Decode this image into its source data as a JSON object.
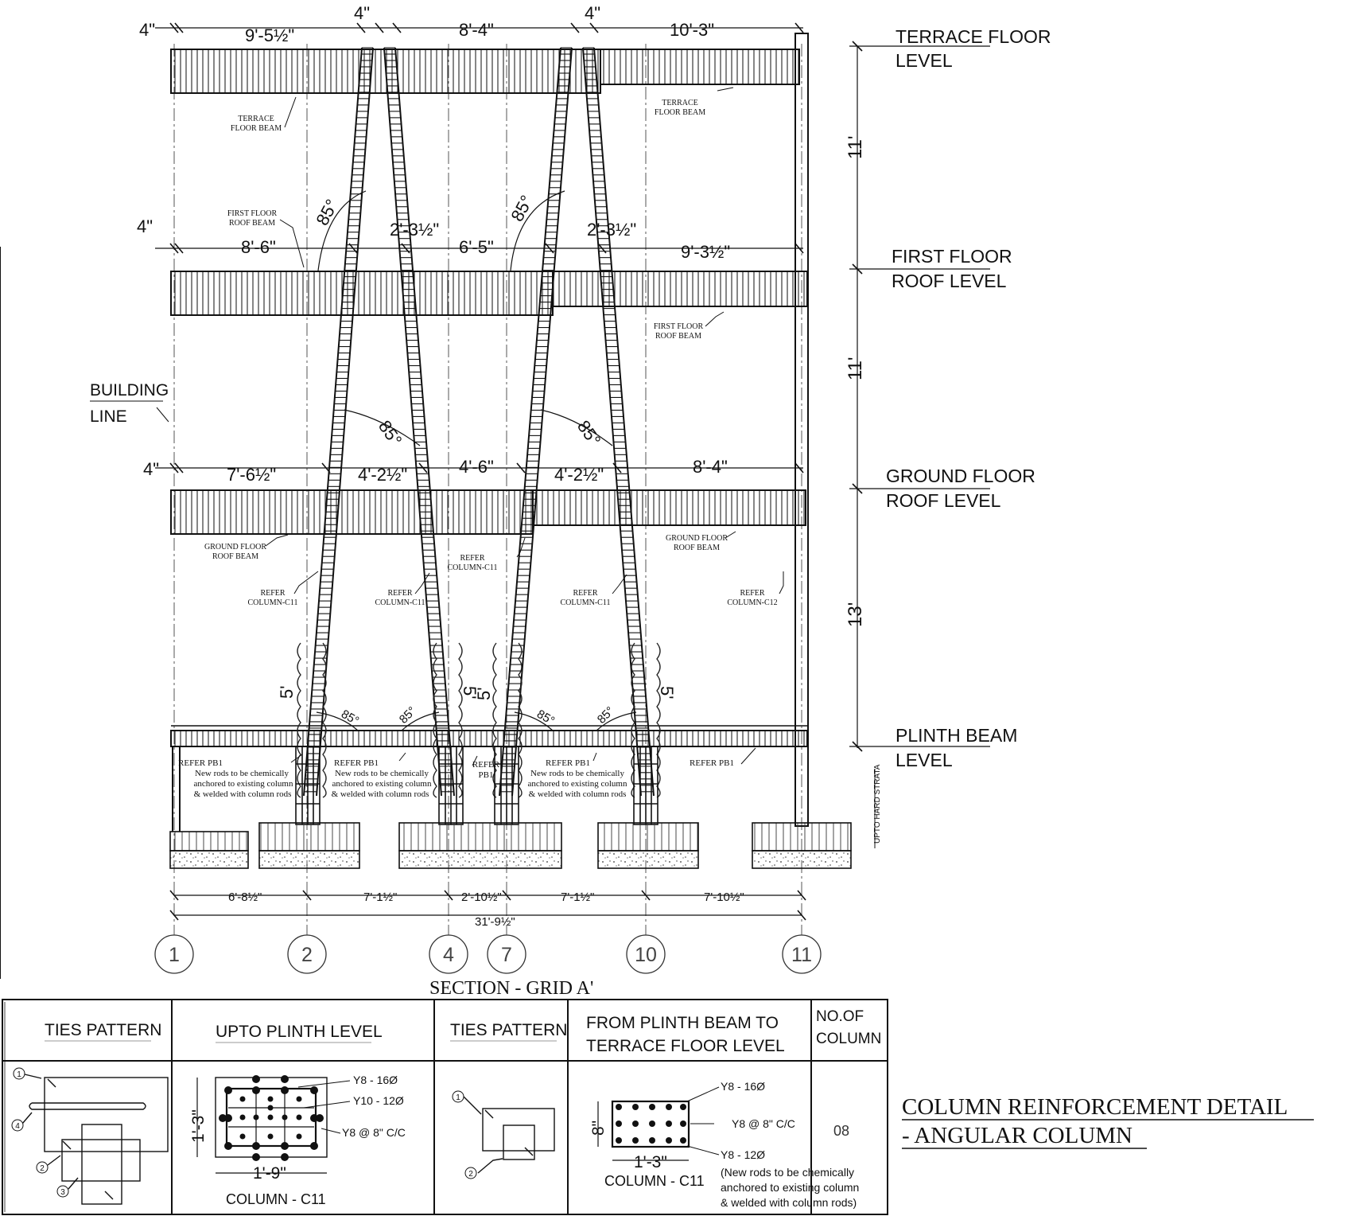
{
  "drawing": {
    "section_title": "SECTION - GRID A'",
    "sheet_title_line1": "COLUMN REINFORCEMENT DETAIL",
    "sheet_title_line2": "- ANGULAR COLUMN",
    "building_line_1": "BUILDING",
    "building_line_2": "LINE",
    "upto_hard_strata": "UPTO HARD STRATA"
  },
  "levels": [
    {
      "line1": "TERRACE FLOOR",
      "line2": "LEVEL"
    },
    {
      "line1": "FIRST FLOOR",
      "line2": "ROOF LEVEL"
    },
    {
      "line1": "GROUND FLOOR",
      "line2": "ROOF LEVEL"
    },
    {
      "line1": "PLINTH BEAM",
      "line2": "LEVEL"
    }
  ],
  "storey_heights": [
    "11'",
    "11'",
    "13'"
  ],
  "dims": {
    "terrace": [
      "4\"",
      "9'-5½\"",
      "4\"",
      "8'-4\"",
      "4\"",
      "10'-3\""
    ],
    "first": [
      "4\"",
      "8'-6\"",
      "2'-3½\"",
      "6'-5\"",
      "2'-3½\"",
      "9'-3½\""
    ],
    "ground": [
      "4\"",
      "7'-6½\"",
      "4'-2½\"",
      "4'-6\"",
      "4'-2½\"",
      "8'-4\""
    ],
    "bottom": [
      "6'-8½\"",
      "7'-1½\"",
      "2'-10½\"",
      "7'-1½\"",
      "7'-10½\""
    ],
    "total": "31'-9½\"",
    "angle": "85°",
    "jacket": "5'"
  },
  "grid_labels": [
    "1",
    "2",
    "4",
    "7",
    "10",
    "11"
  ],
  "beam_notes": {
    "terrace_1": [
      "TERRACE",
      "FLOOR BEAM"
    ],
    "terrace_2": [
      "TERRACE",
      "FLOOR BEAM"
    ],
    "first_1": [
      "FIRST FLOOR",
      "ROOF BEAM"
    ],
    "first_2": [
      "FIRST FLOOR",
      "ROOF BEAM"
    ],
    "ground_1": [
      "GROUND FLOOR",
      "ROOF BEAM"
    ],
    "ground_2": [
      "GROUND FLOOR",
      "ROOF BEAM"
    ]
  },
  "column_refs": [
    [
      "REFER",
      "COLUMN-C11"
    ],
    [
      "REFER",
      "COLUMN-C11"
    ],
    [
      "REFER",
      "COLUMN-C11"
    ],
    [
      "REFER",
      "COLUMN-C11"
    ],
    [
      "REFER",
      "COLUMN-C12"
    ]
  ],
  "plinth_notes": {
    "refer_pb1": "REFER PB1",
    "refer": "REFER",
    "pb1": "PB1",
    "anchor": [
      "New rods to be chemically",
      "anchored to existing column",
      "& welded with column rods"
    ]
  },
  "table": {
    "headers": [
      "TIES PATTERN",
      "UPTO PLINTH  LEVEL",
      "TIES PATTERN",
      "FROM PLINTH BEAM TO",
      "TERRACE FLOOR LEVEL",
      "NO.OF",
      "COLUMN"
    ],
    "col_count_value": "08",
    "plinth_detail": {
      "callouts": [
        "Y8 - 16Ø",
        "Y10 - 12Ø",
        "Y8 @ 8\" C/C"
      ],
      "height": "1'-3\"",
      "width": "1'-9\"",
      "caption": "COLUMN - C11"
    },
    "upper_detail": {
      "callouts": [
        "Y8 - 16Ø",
        "Y8 @ 8\" C/C",
        "Y8 - 12Ø"
      ],
      "height": "8\"",
      "width": "1'-3\"",
      "caption": "COLUMN - C11",
      "note": [
        "(New rods to be chemically",
        "anchored to existing column",
        "& welded with column rods)"
      ]
    },
    "tie_markers": [
      "1",
      "2",
      "3",
      "4"
    ]
  }
}
